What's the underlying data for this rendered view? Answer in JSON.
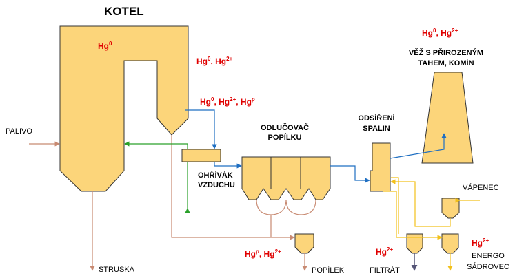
{
  "labels": {
    "kotel": "KOTEL",
    "palivo": "PALIVO",
    "struska": "STRUSKA",
    "odlucovac_line1": "ODLUČOVAČ",
    "odlucovac_line2": "POPÍLKU",
    "ohrivak_line1": "OHŘÍVÁK",
    "ohrivak_line2": "VZDUCHU",
    "odsireni_line1": "ODSÍŘENÍ",
    "odsireni_line2": "SPALIN",
    "vez_line1": "VĚŽ S PŘIROZENÝM",
    "vez_line2": "TAHEM, KOMÍN",
    "vapenec": "VÁPENEC",
    "popilek": "POPÍLEK",
    "filtrat": "FILTRÁT",
    "energo": "ENERGO",
    "sadrovec": "SÁDROVEC"
  },
  "mercury": {
    "boiler_hg": "Hg",
    "boiler_sup": "0",
    "a_hg1": "Hg",
    "a_sup1": "0",
    "a_mid": ", Hg",
    "a_sup2": "2+",
    "b_hg1": "Hg",
    "b_sup1": "0",
    "b_mid1": ", Hg",
    "b_sup2": "2+",
    "b_mid2": ", Hg",
    "b_sup3": "p",
    "c_hg1": "Hg",
    "c_sup1": "0",
    "c_mid": ", Hg",
    "c_sup2": "2+",
    "d_hg1": "Hg",
    "d_sup1": "p",
    "d_mid": ", Hg",
    "d_sup2": "2+",
    "e_hg": "Hg",
    "e_sup": "2+",
    "f_hg": "Hg",
    "f_sup": "2+"
  },
  "colors": {
    "equipment_fill": "#fcd57a",
    "flue_gas": "#1f6fc2",
    "air": "#2aa02a",
    "ash_slag": "#c88a72",
    "limestone": "#f2c01a",
    "mercury_text": "#e00000"
  }
}
